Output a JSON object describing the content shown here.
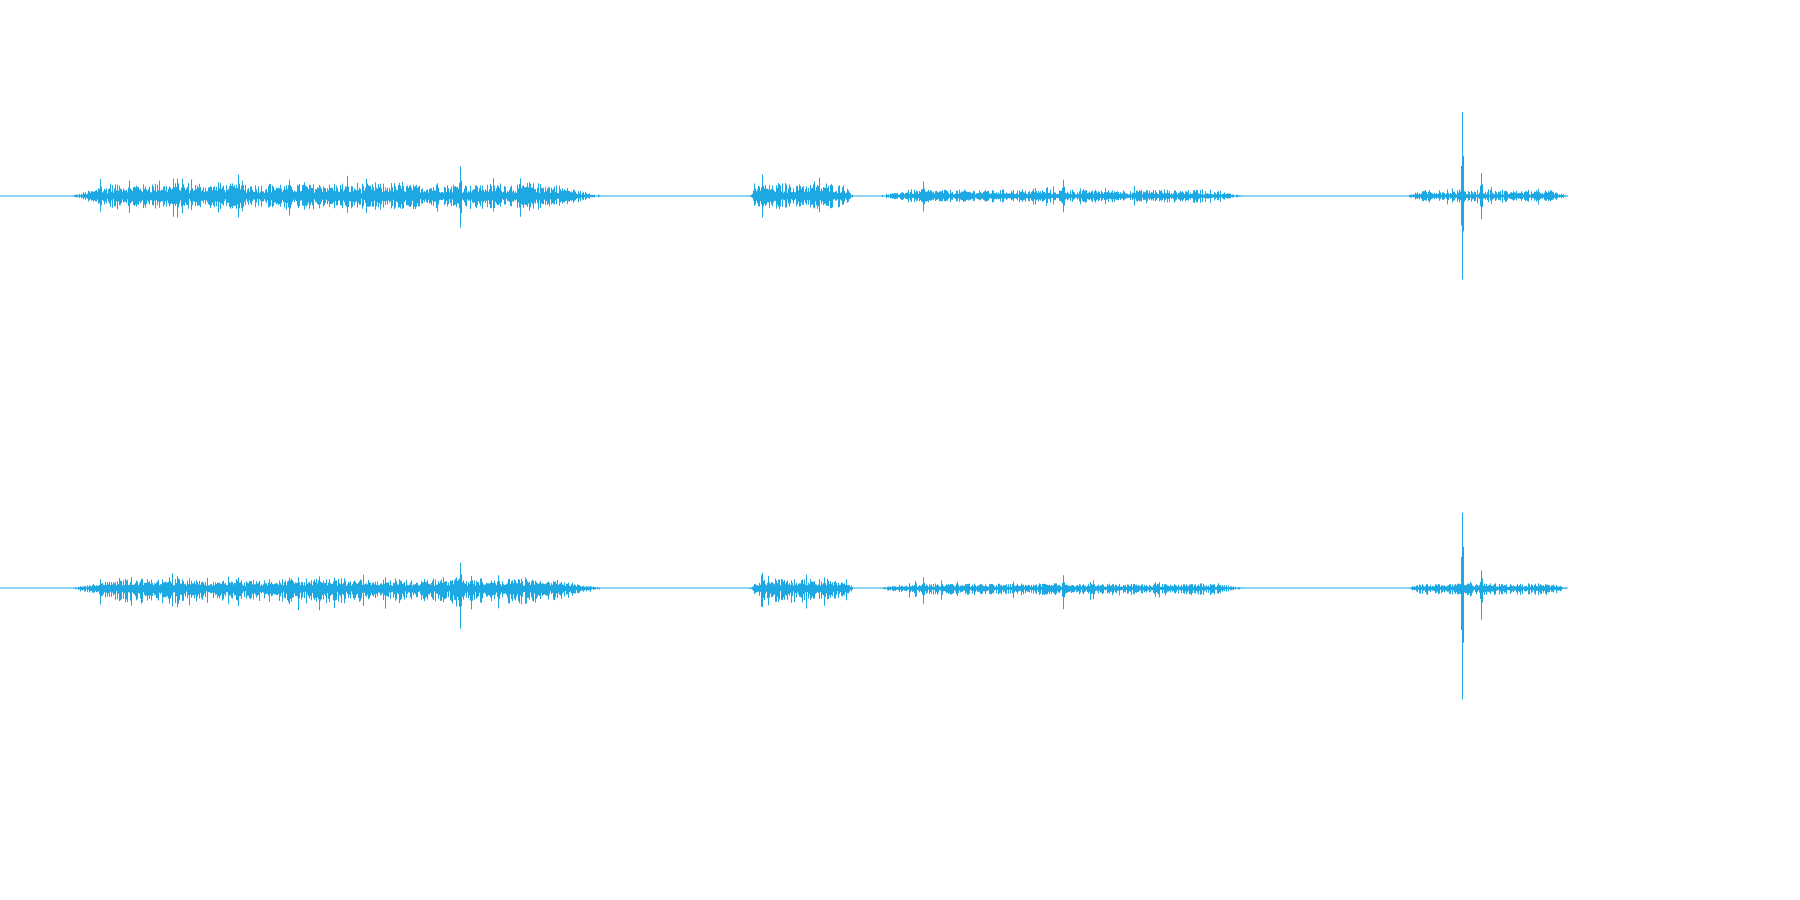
{
  "waveform": {
    "color": "#1ca9e3",
    "channel_count": 2,
    "channels": [
      {
        "name": "left",
        "bursts": [
          {
            "start": 0.045,
            "end": 0.385,
            "level": 0.16,
            "peaks": [
              {
                "at": 0.064,
                "amp": 0.22
              },
              {
                "at": 0.113,
                "amp": 0.26
              },
              {
                "at": 0.152,
                "amp": 0.27
              },
              {
                "at": 0.294,
                "amp": 0.41
              }
            ]
          },
          {
            "start": 0.478,
            "end": 0.545,
            "level": 0.16,
            "peaks": [
              {
                "at": 0.486,
                "amp": 0.27
              }
            ]
          },
          {
            "start": 0.56,
            "end": 0.795,
            "level": 0.08,
            "peaks": [
              {
                "at": 0.589,
                "amp": 0.21
              },
              {
                "at": 0.678,
                "amp": 0.24
              }
            ]
          },
          {
            "start": 0.897,
            "end": 1.0,
            "level": 0.07,
            "peaks": [
              {
                "at": 0.933,
                "amp": 1.0
              },
              {
                "at": 0.945,
                "amp": 0.33
              }
            ]
          }
        ]
      },
      {
        "name": "right",
        "bursts": [
          {
            "start": 0.045,
            "end": 0.385,
            "level": 0.12,
            "peaks": [
              {
                "at": 0.064,
                "amp": 0.13
              },
              {
                "at": 0.113,
                "amp": 0.16
              },
              {
                "at": 0.152,
                "amp": 0.16
              },
              {
                "at": 0.294,
                "amp": 0.36
              }
            ]
          },
          {
            "start": 0.478,
            "end": 0.545,
            "level": 0.12,
            "peaks": [
              {
                "at": 0.486,
                "amp": 0.18
              }
            ]
          },
          {
            "start": 0.56,
            "end": 0.795,
            "level": 0.06,
            "peaks": [
              {
                "at": 0.589,
                "amp": 0.13
              },
              {
                "at": 0.678,
                "amp": 0.17
              }
            ]
          },
          {
            "start": 0.897,
            "end": 1.0,
            "level": 0.06,
            "peaks": [
              {
                "at": 0.933,
                "amp": 1.0
              },
              {
                "at": 0.945,
                "amp": 0.24
              }
            ]
          }
        ]
      }
    ]
  }
}
